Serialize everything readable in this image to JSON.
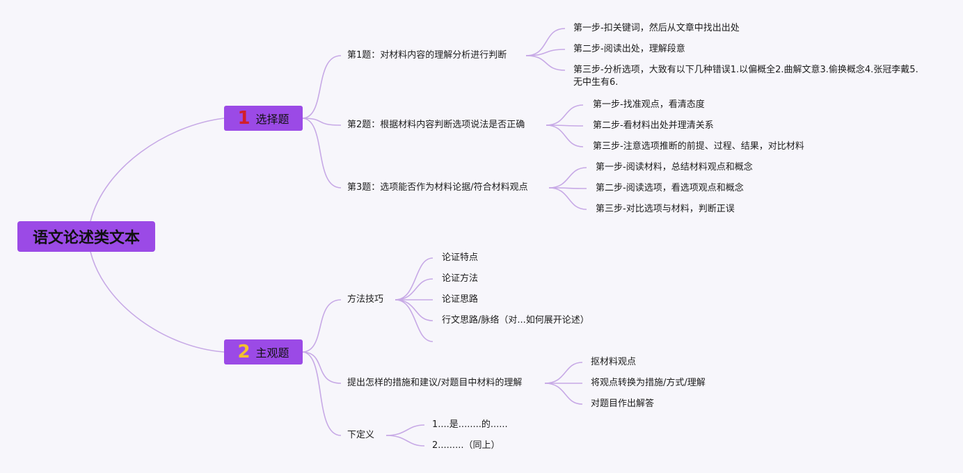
{
  "root": "语文论述类文本",
  "branches": {
    "b1": {
      "num": "1",
      "label": "选择题",
      "q1": {
        "label": "第1题：对材料内容的理解分析进行判断",
        "steps": [
          "第一步-扣关键词，然后从文章中找出出处",
          "第二步-阅读出处，理解段意",
          "第三步-分析选项，大致有以下几种错误1.以偏概全2.曲解文意3.偷换概念4.张冠李戴5.无中生有6."
        ]
      },
      "q2": {
        "label": "第2题：根据材料内容判断选项说法是否正确",
        "steps": [
          "第一步-找准观点，看清态度",
          "第二步-看材料出处并理清关系",
          "第三步-注意选项推断的前提、过程、结果，对比材料"
        ]
      },
      "q3": {
        "label": "第3题：选项能否作为材料论据/符合材料观点",
        "steps": [
          "第一步-阅读材料，总结材料观点和概念",
          "第二步-阅读选项，看选项观点和概念",
          "第三步-对比选项与材料，判断正误"
        ]
      }
    },
    "b2": {
      "num": "2",
      "label": "主观题",
      "m1": {
        "label": "方法技巧",
        "items": [
          "论证特点",
          "论证方法",
          "论证思路",
          "行文思路/脉络（对...如何展开论述）"
        ]
      },
      "m2": {
        "label": "提出怎样的措施和建议/对题目中材料的理解",
        "items": [
          "抠材料观点",
          "将观点转换为措施/方式/理解",
          "对题目作出解答"
        ]
      },
      "m3": {
        "label": "下定义",
        "items": [
          "1....是........的......",
          "2.........（同上）"
        ]
      }
    }
  },
  "colors": {
    "branch_fill": "#9b4ae6",
    "link": "#c7a9e6",
    "badge1": "#d21f2a",
    "badge2": "#f2c12e"
  }
}
